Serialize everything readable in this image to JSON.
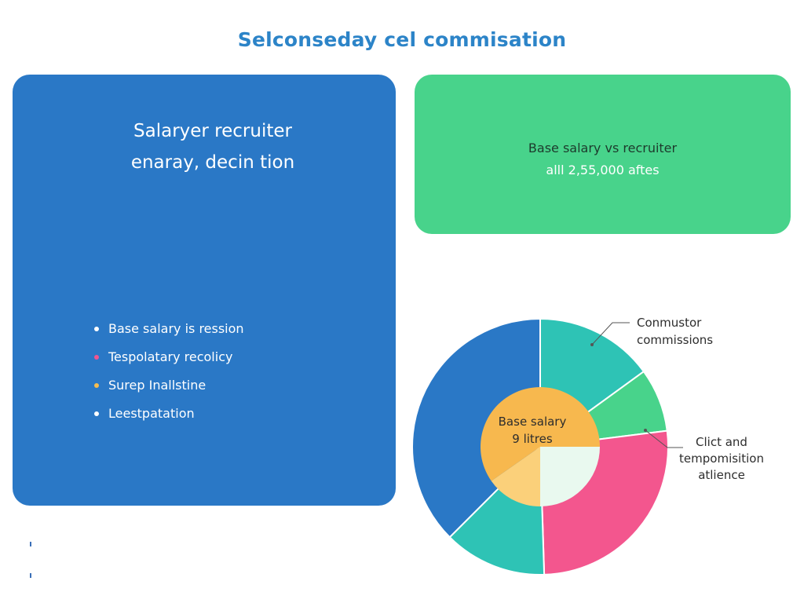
{
  "title": "Selconseday cel commisation",
  "blue_card": {
    "heading_line1": "Salaryer recruiter",
    "heading_line2": "enaray, decin tion",
    "bullets": [
      {
        "label": "Base salary is ression",
        "color": "#ffffff"
      },
      {
        "label": "Tespolatary recolicy",
        "color": "#f0558f"
      },
      {
        "label": "Surep Inallstine",
        "color": "#f6bd4f"
      },
      {
        "label": "Leestpatation",
        "color": "#ffffff"
      }
    ]
  },
  "green_card": {
    "line1": "Base salary vs recruiter",
    "line2": "alll 2,55,000 aftes"
  },
  "colors": {
    "blue": "#2a78c6",
    "teal": "#2ec3b5",
    "green": "#48d38b",
    "pink": "#f3568e",
    "orange": "#f7b84e",
    "light_orange": "#fbd07a",
    "mint": "#e9f9ef",
    "title": "#2c84c8"
  },
  "chart_data": {
    "type": "pie",
    "title": "",
    "center_label_line1": "Base salary",
    "center_label_line2": "9 litres",
    "slices": [
      {
        "label": "",
        "value": 37.5,
        "color": "#2a78c6"
      },
      {
        "label": "Conmustor commissions",
        "value": 15.0,
        "color": "#2ec3b5"
      },
      {
        "label": "",
        "value": 8.0,
        "color": "#48d38b"
      },
      {
        "label": "Clict and tempomisition atlience",
        "value": 26.5,
        "color": "#f3568e"
      },
      {
        "label": "",
        "value": 13.0,
        "color": "#2ec3b5"
      }
    ],
    "annotations": [
      {
        "text_lines": [
          "Conmustor",
          "commissions"
        ]
      },
      {
        "text_lines": [
          "Clict and",
          "tempomisition",
          "atlience"
        ]
      }
    ]
  }
}
